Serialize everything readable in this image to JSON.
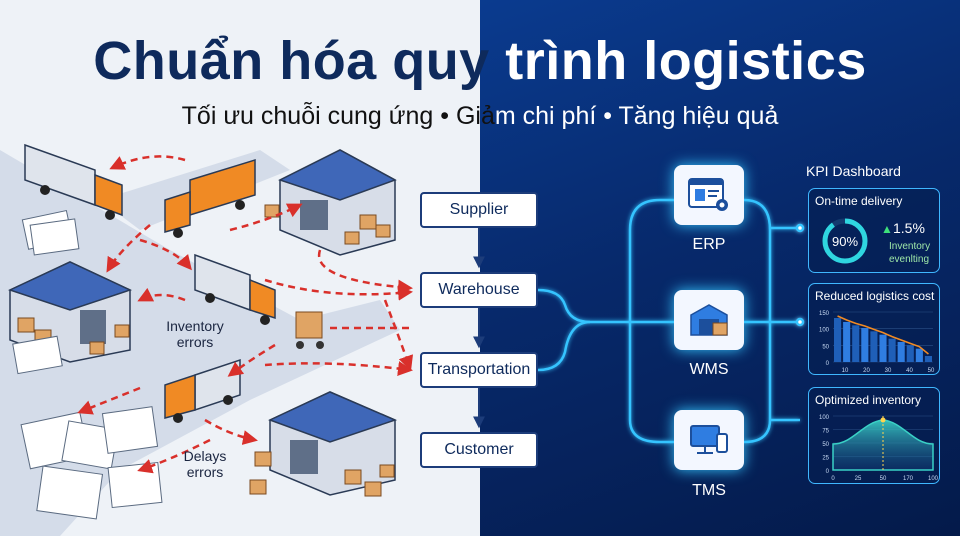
{
  "header": {
    "title_dark": "Chuẩn hóa quy",
    "title_light": " trình logistics",
    "subtitle_dark": "Tối ưu chuỗi cung ứng • Giả",
    "subtitle_light": "m chi phí • Tăng hiệu quả"
  },
  "process": [
    "Supplier",
    "Warehouse",
    "Transportation",
    "Customer"
  ],
  "problems": {
    "inventory": [
      "Inventory",
      "errors"
    ],
    "delays": [
      "Delays",
      "errors"
    ]
  },
  "systems": [
    "ERP",
    "WMS",
    "TMS"
  ],
  "dashboard": {
    "title": "KPI Dashboard",
    "ontime": {
      "label": "On-time delivery",
      "gauge_value": "90%",
      "gauge_fraction": 0.9,
      "change": "1.5%",
      "caption_1": "Inventory",
      "caption_2": "evenlting"
    },
    "cost": {
      "label": "Reduced logistics cost",
      "chart_data": {
        "type": "bar",
        "categories": [
          "",
          "10",
          "",
          "20",
          "",
          "30",
          "",
          "40",
          "",
          "50"
        ],
        "values": [
          132,
          120,
          110,
          102,
          92,
          82,
          70,
          60,
          50,
          40,
          18
        ],
        "ylim": [
          0,
          150
        ],
        "yticks": [
          "150",
          "100",
          "50",
          "0"
        ],
        "xticks": [
          "10",
          "20",
          "30",
          "40",
          "50"
        ]
      }
    },
    "inventory": {
      "label": "Optimized inventory",
      "chart_data": {
        "type": "area",
        "ylim": [
          0,
          100
        ],
        "yticks": [
          "100",
          "75",
          "50",
          "25",
          "0"
        ],
        "xticks": [
          "0",
          "25",
          "50",
          "170",
          "100"
        ]
      }
    }
  },
  "colors": {
    "navy": "#0e2a5c",
    "red_dash": "#d9302b",
    "glow": "#36c6ff",
    "truck_orange": "#f08a24"
  }
}
